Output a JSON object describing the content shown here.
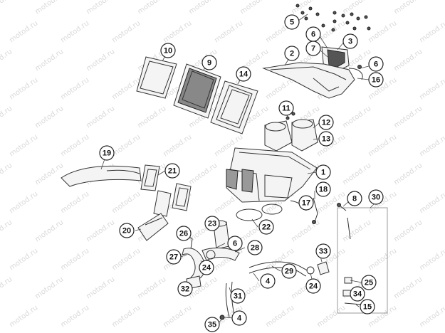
{
  "watermark": "motod.ru",
  "callouts": [
    "1",
    "2",
    "3",
    "4",
    "5",
    "6",
    "7",
    "8",
    "9",
    "10",
    "11",
    "12",
    "13",
    "14",
    "15",
    "16",
    "17",
    "18",
    "19",
    "20",
    "21",
    "22",
    "23",
    "24",
    "25",
    "26",
    "27",
    "28",
    "29",
    "30",
    "31",
    "32",
    "33",
    "34",
    "35"
  ]
}
